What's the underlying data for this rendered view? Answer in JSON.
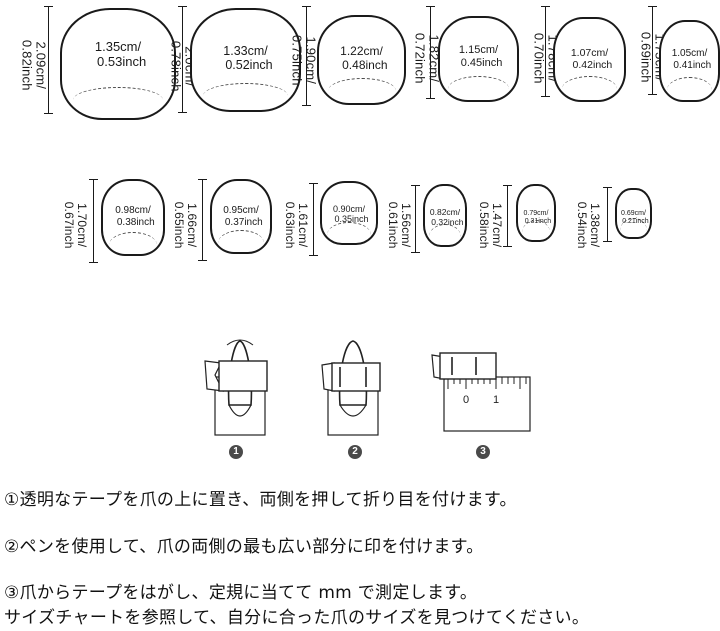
{
  "sizes": [
    {
      "length": "2.09cm/\n0.82inch",
      "width": "1.35cm/\n  0.53inch"
    },
    {
      "length": "2.0cm/\n0.78inch",
      "width": "1.33cm/\n  0.52inch"
    },
    {
      "length": "1.90cm/\n0.75inch",
      "width": "1.22cm/\n  0.48inch"
    },
    {
      "length": "1.82cm/\n0.72inch",
      "width": "1.15cm/\n  0.45inch"
    },
    {
      "length": "1.78cm/\n0.70inch",
      "width": "1.07cm/\n  0.42inch"
    },
    {
      "length": "1.75cm/\n0.69inch",
      "width": "1.05cm/\n  0.41inch"
    },
    {
      "length": "1.70cm/\n0.67inch",
      "width": "0.98cm/\n  0.38inch"
    },
    {
      "length": "1.66cm/\n0.65inch",
      "width": "0.95cm/\n  0.37inch"
    },
    {
      "length": "1.61cm/\n0.63inch",
      "width": "0.90cm/\n  0.35inch"
    },
    {
      "length": "1.56cm/\n0.61inch",
      "width": "0.82cm/\n  0.32inch"
    },
    {
      "length": "1.47cm/\n0.58inch",
      "width": "0.79cm/\n  0.31inch"
    },
    {
      "length": "1.38cm/\n0.54inch",
      "width": "0.69cm/\n  0.21inch"
    }
  ],
  "steps": [
    "1",
    "2",
    "3"
  ],
  "ruler": {
    "tick_0": "0",
    "tick_1": "1"
  },
  "instructions": {
    "line1": "①透明なテープを爪の上に置き、両側を押して折り目を付けます。",
    "line2": "②ペンを使用して、爪の両側の最も広い部分に印を付けます。",
    "line3": "③爪からテープをはがし、定規に当てて mm で測定します。",
    "line4": "サイズチャートを参照して、自分に合った爪のサイズを見つけてください。"
  }
}
